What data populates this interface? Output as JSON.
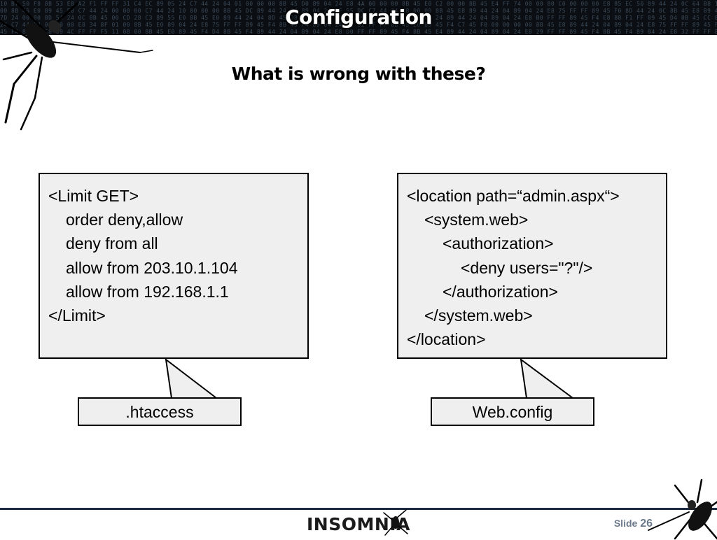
{
  "header": {
    "title": "Configuration",
    "hex_rows": [
      "10 B7 50 F8 8B 53 E8 A2 F1 FF FF 31 C4 EC 89 05 24 C7 44 24 04 01 00 00 00 8B 45 D0 89 04 24 E8 4A 00 00 00 8B 45 E0 C2 00 00 8B 45 E4 FF 74 00 00 80 C0 00 00 00 E8 85 EC 50 89 44 24 0C 64 B8 14",
      "00 8B 45 E0 89 45 E0 C7 44 24 00 00 00 C7 44 24 10 00 00 00 8B 45 DC 89 44 24 04 89 04 24 FF 55 DC C7 44 24 08 00 00 8B 45 E8 89 44 24 04 89 04 24 E8 75 FF FF 89 45 F0 8D 44 24 0C 8B 45 E8 89 44",
      "7D 24 00 00 8D 54 24 0C 8B 45 00 CD 28 C3 89 55 E0 8B 45 E0 89 44 24 04 8D 45 D8 89 04 24 89 50 00 00 8B 45 DC 89 04 24 89 44 24 04 89 04 24 E8 B0 FF FF 89 45 F4 E8 B8 F1 FF 89 45 D4 8B 45 CC 89",
      "24 C7 44 24 01 00 00 E8 34 8F 01 00 8B 45 E0 89 04 24 E8 75 FF FF 89 45 F4 8B 45 F4 89 04 24 E8 32 FF FF 8B 45 E0 89 45 F4 C7 45 F0 00 00 00 00 8B 45 E8 89 44 24 04 89 04 24 E8 75 FF FF 89 45 F0",
      "45 F4 8B 4E C8 89 4C FF FF F5 11 08 00 8B 45 E0 89 45 F4 D4 8B 45 F4 89 44 24 04 89 04 24 E8 D0 FF FF 89 45 F4 8B 45 E4 89 44 24 04 89 04 24 E8 29 FF FF 89 45 F4 8B 45 F4 89 04 24 E8 32 FF FF 8B"
    ]
  },
  "subtitle": "What is wrong with these?",
  "left_box": {
    "lines": [
      "<Limit GET>",
      "order deny,allow",
      "deny from all",
      "allow from 203.10.1.104",
      "allow from 192.168.1.1",
      "</Limit>"
    ],
    "label": ".htaccess"
  },
  "right_box": {
    "lines": [
      "<location path=“admin.aspx“>",
      "<system.web>",
      "<authorization>",
      "<deny users=\"?\"/>",
      "</authorization>",
      "</system.web>",
      "</location>"
    ],
    "label": "Web.config"
  },
  "footer": {
    "logo": "INSOMNIA",
    "slide_label": "Slide",
    "slide_number": "26"
  },
  "colors": {
    "header_bg": "#0b0f14",
    "box_fill": "#efefef",
    "footer_line": "#1a2a44",
    "slide_num": "#6b7a8a"
  }
}
